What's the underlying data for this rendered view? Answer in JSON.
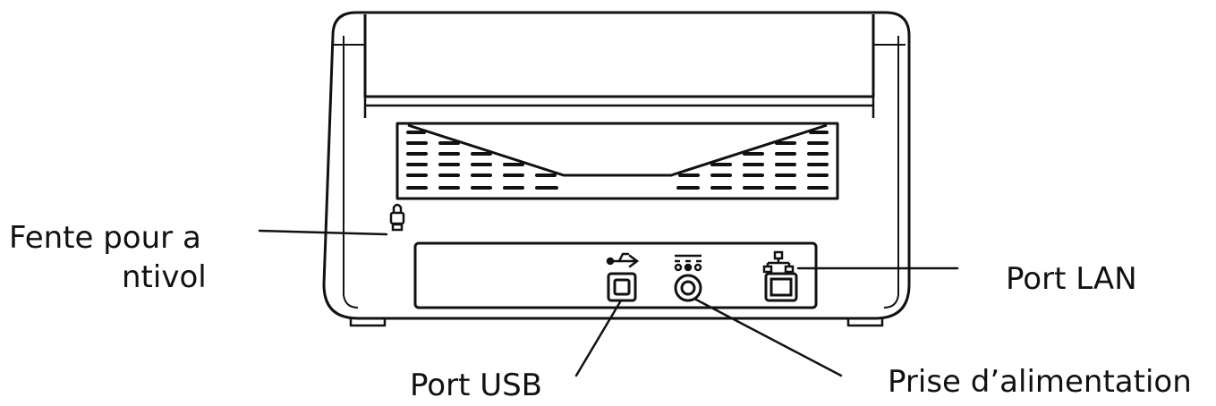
{
  "diagram": {
    "device": "scanner-rear-view",
    "callouts": {
      "lock_slot_line1": "Fente pour a",
      "lock_slot_line2": "ntivol",
      "lan_port": "Port LAN",
      "usb_port": "Port USB",
      "power_jack": "Prise d’alimentation"
    },
    "icons": [
      "lock-icon",
      "usb-icon",
      "dc-power-icon",
      "network-icon"
    ],
    "colors": {
      "line": "#111111",
      "background": "#ffffff"
    }
  }
}
